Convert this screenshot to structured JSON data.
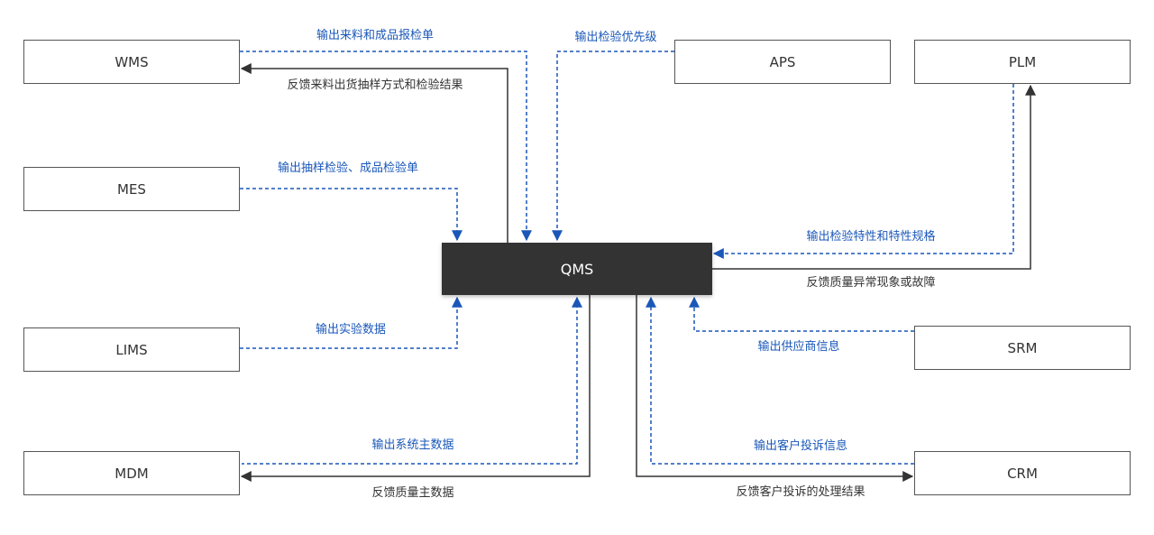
{
  "nodes": {
    "center": "QMS",
    "wms": "WMS",
    "mes": "MES",
    "lims": "LIMS",
    "mdm": "MDM",
    "aps": "APS",
    "plm": "PLM",
    "srm": "SRM",
    "crm": "CRM"
  },
  "edges": {
    "wms_out": "输出来料和成品报检单",
    "wms_fb": "反馈来料出货抽样方式和检验结果",
    "aps_out": "输出检验优先级",
    "mes_out": "输出抽样检验、成品检验单",
    "plm_out": "输出检验特性和特性规格",
    "plm_fb": "反馈质量异常现象或故障",
    "lims_out": "输出实验数据",
    "srm_out": "输出供应商信息",
    "mdm_out": "输出系统主数据",
    "mdm_fb": "反馈质量主数据",
    "crm_out": "输出客户投诉信息",
    "crm_fb": "反馈客户投诉的处理结果"
  },
  "colors": {
    "input_line": "#1a57b8",
    "feedback_line": "#333333",
    "center_fill": "#333333"
  }
}
